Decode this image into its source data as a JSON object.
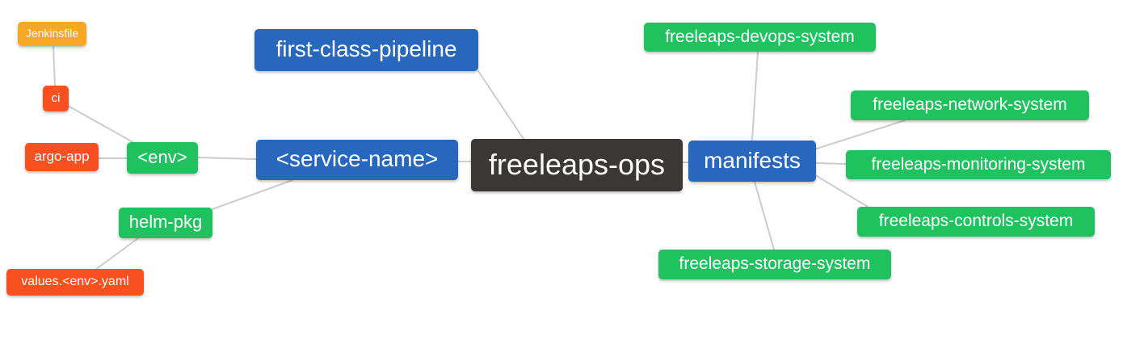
{
  "palette": {
    "blue": "#2767bd",
    "green": "#20c25f",
    "red": "#f8501f",
    "orange": "#f6a723",
    "dark": "#3b3736",
    "edge": "#cccccc",
    "background": "#ffffff",
    "text": "#ffffff"
  },
  "diagram": {
    "type": "mindmap",
    "root_label": "freeleaps-ops",
    "nodes": [
      {
        "id": "jenkinsfile",
        "label": "Jenkinsfile",
        "color": "orange"
      },
      {
        "id": "ci",
        "label": "ci",
        "color": "red"
      },
      {
        "id": "argo-app",
        "label": "argo-app",
        "color": "red"
      },
      {
        "id": "env",
        "label": "<env>",
        "color": "green"
      },
      {
        "id": "helm-pkg",
        "label": "helm-pkg",
        "color": "green"
      },
      {
        "id": "values-env-yaml",
        "label": "values.<env>.yaml",
        "color": "red"
      },
      {
        "id": "first-class-pipeline",
        "label": "first-class-pipeline",
        "color": "blue"
      },
      {
        "id": "service-name",
        "label": "<service-name>",
        "color": "blue"
      },
      {
        "id": "freeleaps-ops",
        "label": "freeleaps-ops",
        "color": "dark"
      },
      {
        "id": "manifests",
        "label": "manifests",
        "color": "blue"
      },
      {
        "id": "freeleaps-devops-system",
        "label": "freeleaps-devops-system",
        "color": "green"
      },
      {
        "id": "freeleaps-network-system",
        "label": "freeleaps-network-system",
        "color": "green"
      },
      {
        "id": "freeleaps-monitoring-system",
        "label": "freeleaps-monitoring-system",
        "color": "green"
      },
      {
        "id": "freeleaps-controls-system",
        "label": "freeleaps-controls-system",
        "color": "green"
      },
      {
        "id": "freeleaps-storage-system",
        "label": "freeleaps-storage-system",
        "color": "green"
      }
    ],
    "edges": [
      [
        "jenkinsfile",
        "ci"
      ],
      [
        "ci",
        "env"
      ],
      [
        "argo-app",
        "env"
      ],
      [
        "env",
        "service-name"
      ],
      [
        "helm-pkg",
        "service-name"
      ],
      [
        "values-env-yaml",
        "helm-pkg"
      ],
      [
        "first-class-pipeline",
        "freeleaps-ops"
      ],
      [
        "service-name",
        "freeleaps-ops"
      ],
      [
        "freeleaps-ops",
        "manifests"
      ],
      [
        "manifests",
        "freeleaps-devops-system"
      ],
      [
        "manifests",
        "freeleaps-network-system"
      ],
      [
        "manifests",
        "freeleaps-monitoring-system"
      ],
      [
        "manifests",
        "freeleaps-controls-system"
      ],
      [
        "manifests",
        "freeleaps-storage-system"
      ]
    ]
  }
}
